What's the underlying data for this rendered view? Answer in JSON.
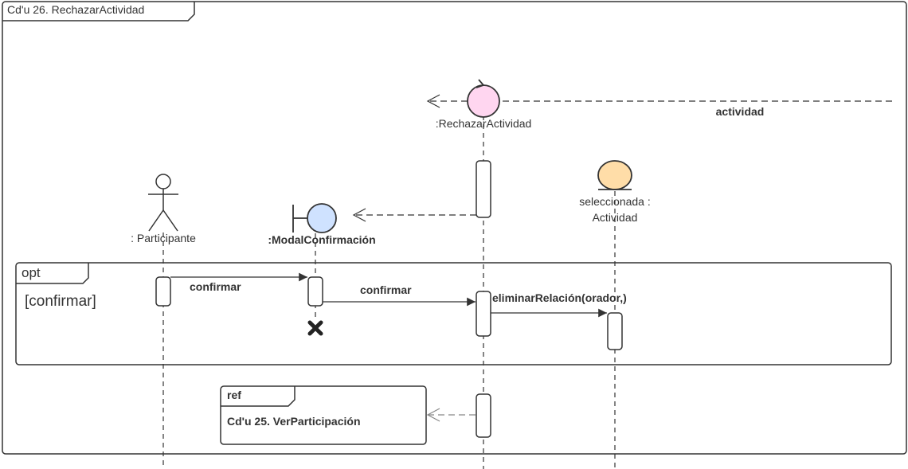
{
  "frame": {
    "title": "Cd'u 26. RechazarActividad"
  },
  "lifelines": {
    "participante": {
      "label": ": Participante"
    },
    "modal": {
      "label": ":ModalConfirmación"
    },
    "rechazar": {
      "label": ":RechazarActividad"
    },
    "actividad": {
      "label_line1": "seleccionada :",
      "label_line2": "Actividad"
    }
  },
  "messages": {
    "incoming": "actividad",
    "confirmar_1": "confirmar",
    "confirmar_2": "confirmar",
    "eliminar": "eliminarRelación(orador,)"
  },
  "opt_fragment": {
    "operator": "opt",
    "guard": "[confirmar]"
  },
  "ref_fragment": {
    "operator": "ref",
    "label": "Cd'u 25. VerParticipación"
  },
  "colors": {
    "control": "#ffd6f0",
    "boundary": "#cfe2ff",
    "entity": "#ffdda8",
    "line": "#333333"
  }
}
